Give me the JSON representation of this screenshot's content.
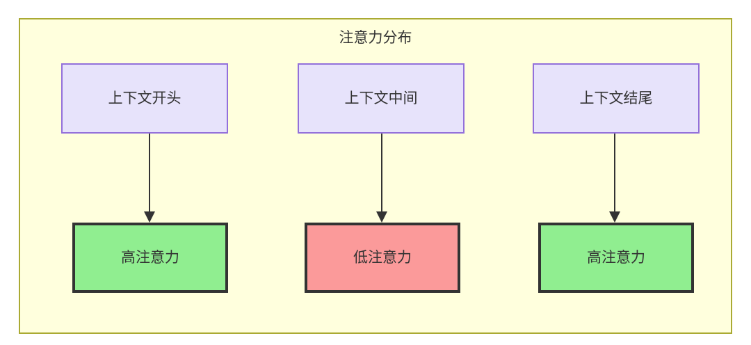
{
  "diagram": {
    "type": "flowchart",
    "title": "注意力分布",
    "colors": {
      "container_fill": "#ffffdd",
      "container_border": "#aaaa33",
      "context_fill": "#e7e3fb",
      "context_border": "#9370db",
      "high_attention_fill": "#90ee90",
      "low_attention_fill": "#fb9a9a",
      "node_border": "#333333",
      "text": "#333333"
    },
    "columns": [
      {
        "source_label": "上下文开头",
        "target_label": "高注意力",
        "target_state": "high"
      },
      {
        "source_label": "上下文中间",
        "target_label": "低注意力",
        "target_state": "low"
      },
      {
        "source_label": "上下文结尾",
        "target_label": "高注意力",
        "target_state": "high"
      }
    ]
  }
}
